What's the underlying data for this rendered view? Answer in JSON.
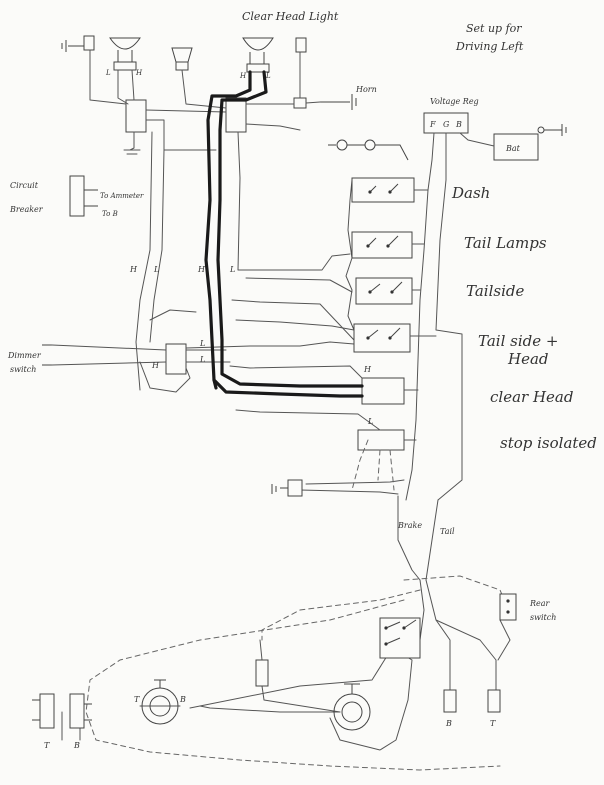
{
  "title": "Clear Head Light",
  "note_line1": "Set up for",
  "note_line2": "Driving Left",
  "voltage_reg": {
    "label": "Voltage Reg",
    "terminals": [
      "F",
      "G",
      "B"
    ]
  },
  "battery": "Bat",
  "horn": "Horn",
  "circuit_breaker": {
    "line1": "Circuit",
    "line2": "Breaker",
    "term1": "To Ammeter",
    "term2": "To B"
  },
  "dimmer_switch": {
    "line1": "Dimmer",
    "line2": "switch"
  },
  "switch_rows": [
    "Dash",
    "Tail Lamps",
    "Tailside",
    "Tail side +",
    "Head",
    "clear Head",
    "stop isolated"
  ],
  "wire_labels": {
    "h": "H",
    "l": "L",
    "brake": "Brake",
    "tail": "Tail"
  },
  "rear_switch": {
    "line1": "Rear",
    "line2": "switch"
  },
  "terminal_labels": {
    "t": "T",
    "b": "B"
  }
}
